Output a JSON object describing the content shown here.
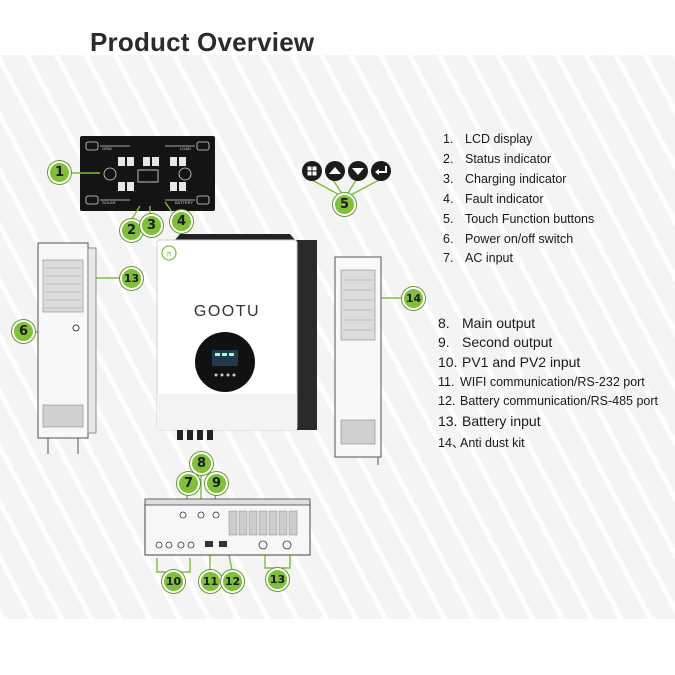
{
  "title": "Product Overview",
  "brand": "GOOTU",
  "lcd_labels": {
    "grid": "GRID",
    "load": "LOAD",
    "solar": "SOLAR",
    "battery": "BATTERY"
  },
  "badges": [
    "1",
    "2",
    "3",
    "4",
    "5",
    "6",
    "7",
    "8",
    "9",
    "10",
    "11",
    "12",
    "13",
    "14"
  ],
  "legend": [
    {
      "num": "1.",
      "label": "LCD display"
    },
    {
      "num": "2.",
      "label": "Status indicator"
    },
    {
      "num": "3.",
      "label": "Charging indicator"
    },
    {
      "num": "4.",
      "label": "Fault indicator"
    },
    {
      "num": "5.",
      "label": "Touch Function buttons"
    },
    {
      "num": "6.",
      "label": "Power on/off switch"
    },
    {
      "num": "7.",
      "label": "AC input"
    },
    {
      "num": "8.",
      "label": "Main output"
    },
    {
      "num": "9.",
      "label": "Second output"
    },
    {
      "num": "10.",
      "label": "PV1 and PV2 input"
    },
    {
      "num": "11.",
      "label": "WIFI  communication/RS-232 port"
    },
    {
      "num": "12.",
      "label": "Battery communication/RS-485 port"
    },
    {
      "num": "13.",
      "label": "Battery input"
    },
    {
      "num": "14、",
      "label": "Anti dust kit"
    }
  ],
  "colors": {
    "badge": "#7fbf3a",
    "title": "#2b2b2b",
    "device_body": "#ffffff",
    "device_side": "#2a2a2a",
    "display": "#111111"
  },
  "icons": {
    "touch_buttons": [
      "menu-icon",
      "arrow-up-icon",
      "arrow-down-icon",
      "enter-icon"
    ]
  }
}
